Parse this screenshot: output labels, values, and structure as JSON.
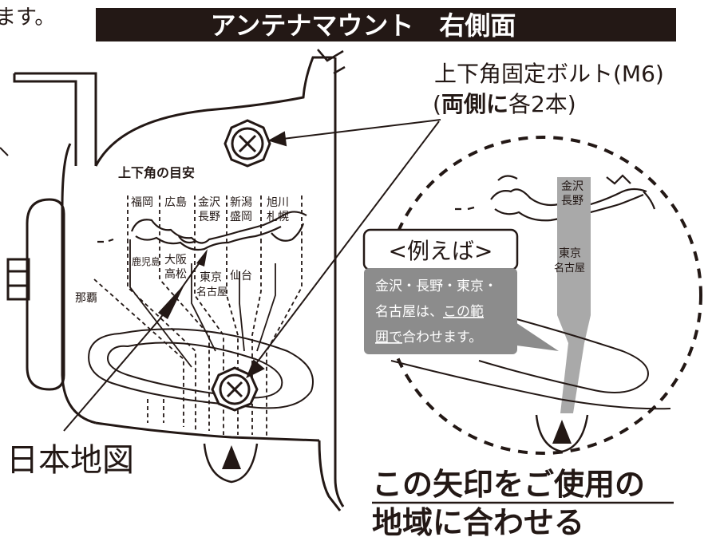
{
  "top_left_fragment": "ます。",
  "header": {
    "title": "アンテナマウント　右側面",
    "bg_color": "#231815",
    "text_color": "#ffffff"
  },
  "bolt_callout": {
    "line1": "上下角固定ボルト(M6)",
    "line2_prefix": "(",
    "line2_bold": "両側に",
    "line2_rest": "各2本)"
  },
  "scale": {
    "title": "上下角の目安",
    "top_row": [
      {
        "line1": "福岡",
        "line2": ""
      },
      {
        "line1": "広島",
        "line2": ""
      },
      {
        "line1": "金沢",
        "line2": "長野"
      },
      {
        "line1": "新潟",
        "line2": "盛岡"
      },
      {
        "line1": "旭川",
        "line2": "札幌"
      }
    ],
    "lower_labels": {
      "kagoshima": "鹿児島",
      "osaka": "大阪",
      "takamatsu": "高松",
      "tokyo": "東京",
      "nagoya": "名古屋",
      "sendai": "仙台",
      "naha": "那覇"
    }
  },
  "map_label": "日本地図",
  "example": {
    "heading": "<例えば>",
    "body_line1": "金沢・長野・東京・",
    "body_line2_a": "名古屋は、",
    "body_line2_b": "この範",
    "body_line3_a": "囲で",
    "body_line3_b": "合わせます。",
    "band_top_line1": "金沢",
    "band_top_line2": "長野",
    "band_bottom_line1": "東京",
    "band_bottom_line2": "名古屋",
    "box_color": "#8c8c8c",
    "band_color": "#a9a9a9"
  },
  "instruction": {
    "line1": "この矢印をご使用の",
    "line2": "地域に合わせる"
  }
}
